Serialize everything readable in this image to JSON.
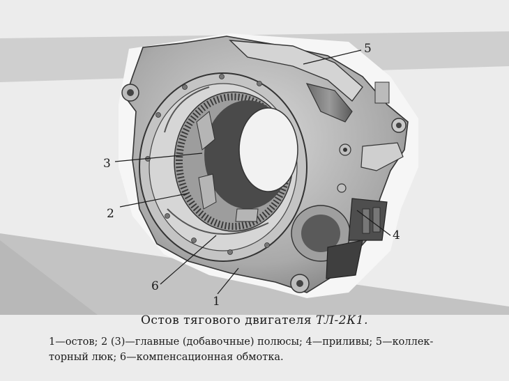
{
  "diagram": {
    "callouts": [
      "1",
      "2",
      "3",
      "4",
      "5",
      "6"
    ]
  },
  "caption": {
    "title_prefix": "Остов тягового двигателя",
    "title_model": "ТЛ-2К1.",
    "legend_line1": "1—остов; 2 (3)—главные (добавочные) полюсы; 4—приливы; 5—коллек-",
    "legend_line2": "торный люк; 6—компенсационная обмотка."
  }
}
